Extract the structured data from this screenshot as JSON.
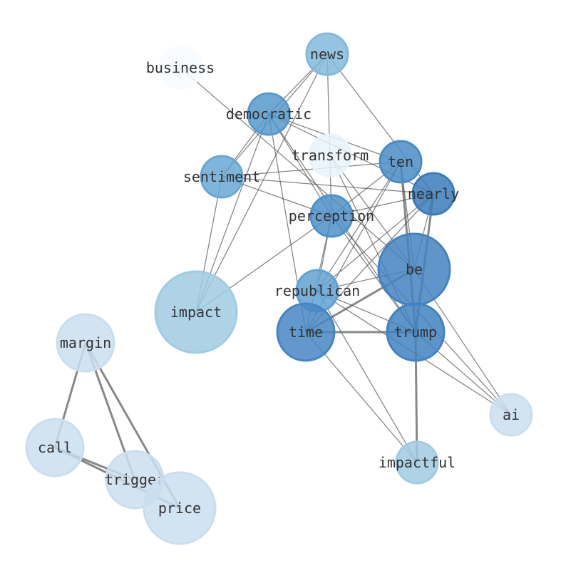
{
  "chart_data": {
    "type": "network",
    "nodes": [
      {
        "id": "business",
        "size": 1,
        "color": "#f7fbff"
      },
      {
        "id": "news",
        "size": 1,
        "color": "#82badb"
      },
      {
        "id": "democratic",
        "size": 1,
        "color": "#5799cc"
      },
      {
        "id": "transform",
        "size": 1,
        "color": "#eaf3fb"
      },
      {
        "id": "ten",
        "size": 1,
        "color": "#4a8cc6"
      },
      {
        "id": "nearly",
        "size": 1,
        "color": "#3b7bbb"
      },
      {
        "id": "sentiment",
        "size": 1,
        "color": "#68a8d4"
      },
      {
        "id": "perception",
        "size": 1,
        "color": "#4e90c8"
      },
      {
        "id": "be",
        "size": 3,
        "color": "#4483c0"
      },
      {
        "id": "republican",
        "size": 1,
        "color": "#62a2d2"
      },
      {
        "id": "impact",
        "size": 4,
        "color": "#a0cbe3"
      },
      {
        "id": "time",
        "size": 2,
        "color": "#4686c3"
      },
      {
        "id": "trump",
        "size": 2,
        "color": "#4282c0"
      },
      {
        "id": "ai",
        "size": 1,
        "color": "#cadef0"
      },
      {
        "id": "impactful",
        "size": 1,
        "color": "#a0cbe3"
      },
      {
        "id": "margin",
        "size": 2,
        "color": "#cadef0"
      },
      {
        "id": "call",
        "size": 2,
        "color": "#cadef0"
      },
      {
        "id": "trigger",
        "size": 2,
        "color": "#cadef0"
      },
      {
        "id": "price",
        "size": 3,
        "color": "#cadef0"
      }
    ],
    "edges": [
      [
        "business",
        "be",
        1
      ],
      [
        "news",
        "democratic",
        1
      ],
      [
        "news",
        "sentiment",
        1
      ],
      [
        "news",
        "impact",
        1
      ],
      [
        "news",
        "perception",
        1
      ],
      [
        "news",
        "nearly",
        1
      ],
      [
        "democratic",
        "ten",
        1
      ],
      [
        "democratic",
        "nearly",
        1
      ],
      [
        "democratic",
        "sentiment",
        1
      ],
      [
        "democratic",
        "impact",
        1
      ],
      [
        "democratic",
        "time",
        1
      ],
      [
        "democratic",
        "trump",
        1
      ],
      [
        "democratic",
        "perception",
        1
      ],
      [
        "sentiment",
        "ten",
        1
      ],
      [
        "sentiment",
        "nearly",
        1
      ],
      [
        "sentiment",
        "perception",
        1
      ],
      [
        "sentiment",
        "impact",
        1
      ],
      [
        "transform",
        "be",
        1
      ],
      [
        "transform",
        "trump",
        1
      ],
      [
        "ten",
        "time",
        1
      ],
      [
        "ten",
        "republican",
        1
      ],
      [
        "ten",
        "trump",
        3
      ],
      [
        "ten",
        "be",
        1
      ],
      [
        "ten",
        "perception",
        1
      ],
      [
        "nearly",
        "perception",
        1
      ],
      [
        "nearly",
        "republican",
        1
      ],
      [
        "nearly",
        "time",
        1
      ],
      [
        "nearly",
        "trump",
        3
      ],
      [
        "nearly",
        "be",
        1
      ],
      [
        "perception",
        "impact",
        1
      ],
      [
        "perception",
        "time",
        1
      ],
      [
        "perception",
        "republican",
        1
      ],
      [
        "perception",
        "trump",
        1
      ],
      [
        "perception",
        "ai",
        1
      ],
      [
        "be",
        "time",
        3
      ],
      [
        "be",
        "republican",
        1
      ],
      [
        "be",
        "ai",
        1
      ],
      [
        "republican",
        "trump",
        1
      ],
      [
        "republican",
        "ai",
        1
      ],
      [
        "republican",
        "impactful",
        1
      ],
      [
        "time",
        "trump",
        3
      ],
      [
        "time",
        "impactful",
        1
      ],
      [
        "trump",
        "impactful",
        3
      ],
      [
        "trump",
        "ai",
        1
      ],
      [
        "margin",
        "call",
        2
      ],
      [
        "margin",
        "trigger",
        2
      ],
      [
        "margin",
        "price",
        2
      ],
      [
        "call",
        "price",
        2
      ],
      [
        "call",
        "trigger",
        2
      ]
    ]
  }
}
